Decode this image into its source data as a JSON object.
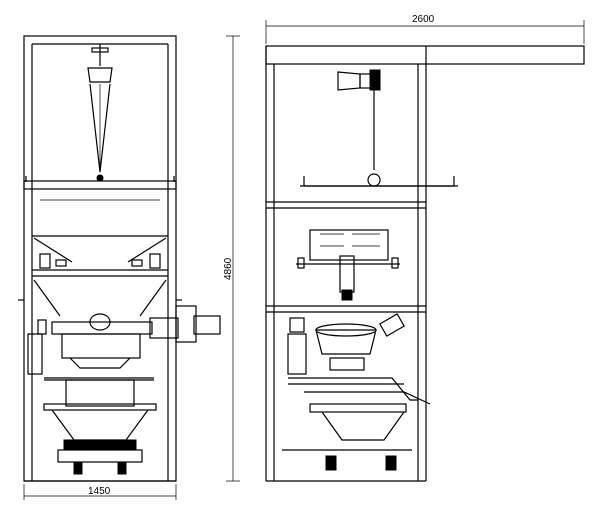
{
  "drawing": {
    "front_view": {
      "width_dimension": "1450",
      "height_dimension": "4860"
    },
    "side_view": {
      "width_dimension": "2600"
    }
  }
}
